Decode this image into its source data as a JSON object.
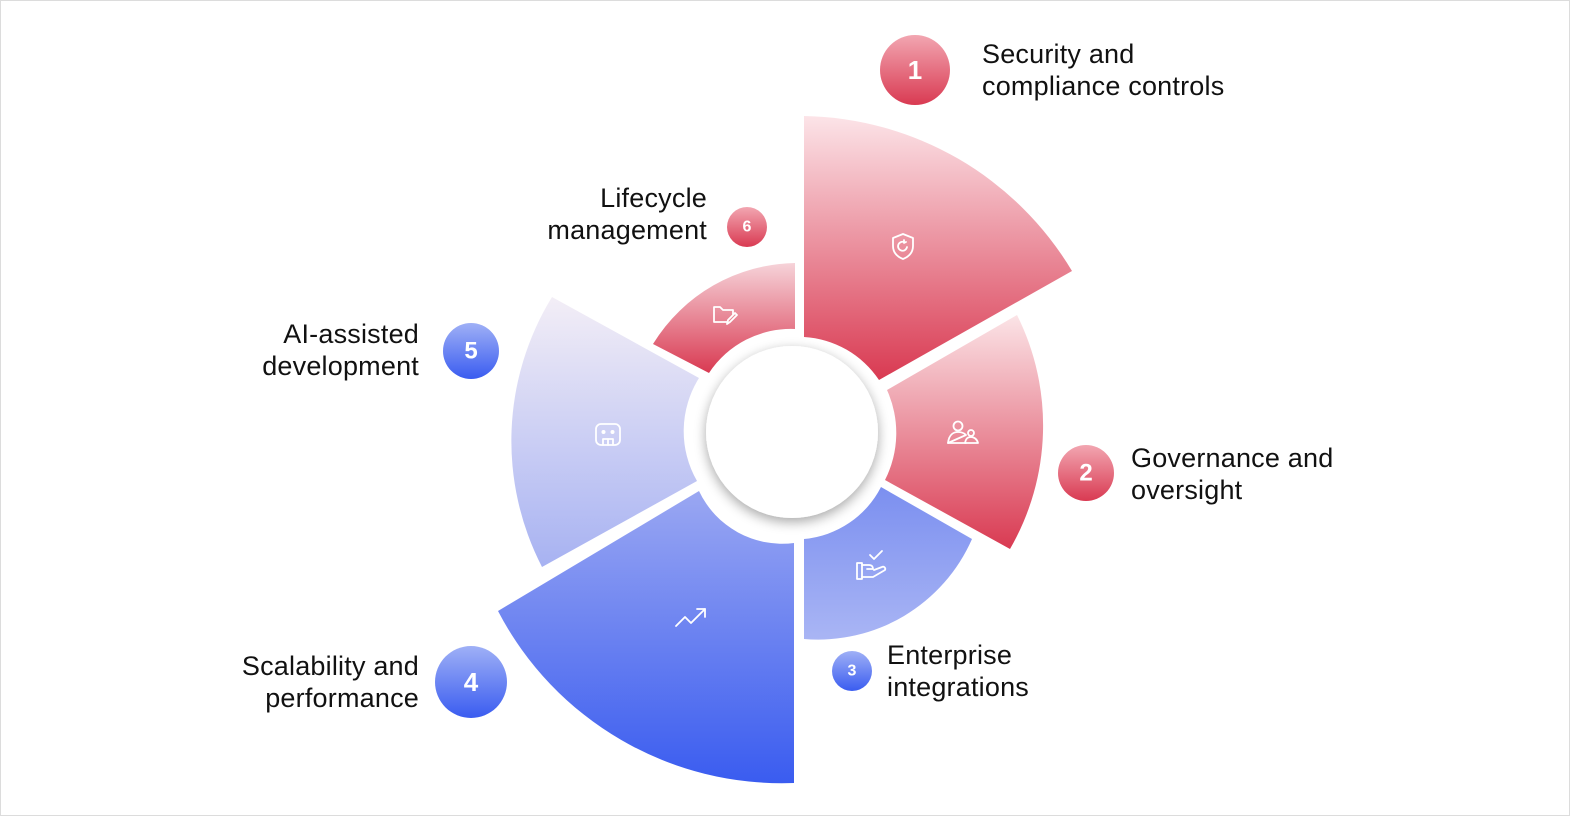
{
  "segments": [
    {
      "number": "1",
      "lines": [
        "Security and",
        "compliance controls"
      ],
      "icon": "shield-icon",
      "color": "red"
    },
    {
      "number": "2",
      "lines": [
        "Governance and",
        "oversight"
      ],
      "icon": "people-icon",
      "color": "red"
    },
    {
      "number": "3",
      "lines": [
        "Enterprise",
        "integrations"
      ],
      "icon": "hand-check-icon",
      "color": "blue"
    },
    {
      "number": "4",
      "lines": [
        "Scalability and",
        "performance"
      ],
      "icon": "trend-up-icon",
      "color": "blue"
    },
    {
      "number": "5",
      "lines": [
        "AI-assisted",
        "development"
      ],
      "icon": "robot-icon",
      "color": "blue"
    },
    {
      "number": "6",
      "lines": [
        "Lifecycle",
        "management"
      ],
      "icon": "folder-edit-icon",
      "color": "red"
    }
  ],
  "colors": {
    "red_dark": "#d93a52",
    "red_light": "#f8dde1",
    "blue_dark": "#3a5cf0",
    "blue_light": "#eceaf6"
  }
}
